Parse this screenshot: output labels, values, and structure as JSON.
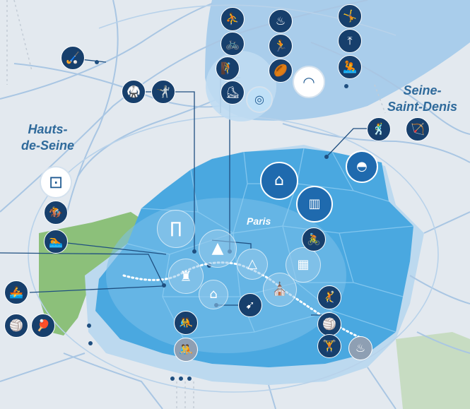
{
  "labels": {
    "hauts_de_seine_line1": "Hauts-",
    "hauts_de_seine_line2": "de-Seine",
    "seine_saint_denis_line1": "Seine-",
    "seine_saint_denis_line2": "Saint-Denis",
    "paris": "Paris"
  },
  "colors": {
    "background": "#e3e9ef",
    "paris_fill": "#4aa8e0",
    "saint_denis_zone": "#a9cdeb",
    "park_green": "#8cc07a",
    "pictogram_dark": "#173f6c",
    "pictogram_muted": "#8e9fb3",
    "routes": "#a9c6e3"
  },
  "sport_icons": [
    "basketball-3x3-icon",
    "cycling-bmx-icon",
    "climbing-icon",
    "skateboarding-icon",
    "breaking-icon",
    "olympic-torch-icon",
    "athletics-icon",
    "rugby-icon",
    "gymnastics-icon",
    "trampoline-icon",
    "water-polo-icon",
    "hockey-icon",
    "taekwondo-icon",
    "fencing-icon",
    "equestrian-icon",
    "swimming-icon",
    "rowing-icon",
    "cycling-road-icon",
    "volleyball-icon",
    "archery-icon",
    "triathlon-icon",
    "beach-volleyball-icon",
    "judo-icon",
    "wrestling-icon",
    "handball-icon",
    "table-tennis-icon",
    "weightlifting-icon",
    "marathon-icon",
    "paralympic-torch-icon"
  ],
  "venue_icons": [
    "stade-de-france-icon",
    "aquatics-centre-icon",
    "paris-la-defense-arena-icon",
    "sacre-coeur-icon",
    "gare-du-nord-icon",
    "la-villette-icon",
    "arc-de-triomphe-icon",
    "obelisk-icon",
    "louvre-icon",
    "bercy-arena-icon",
    "eiffel-tower-icon",
    "invalides-icon",
    "notre-dame-icon"
  ]
}
